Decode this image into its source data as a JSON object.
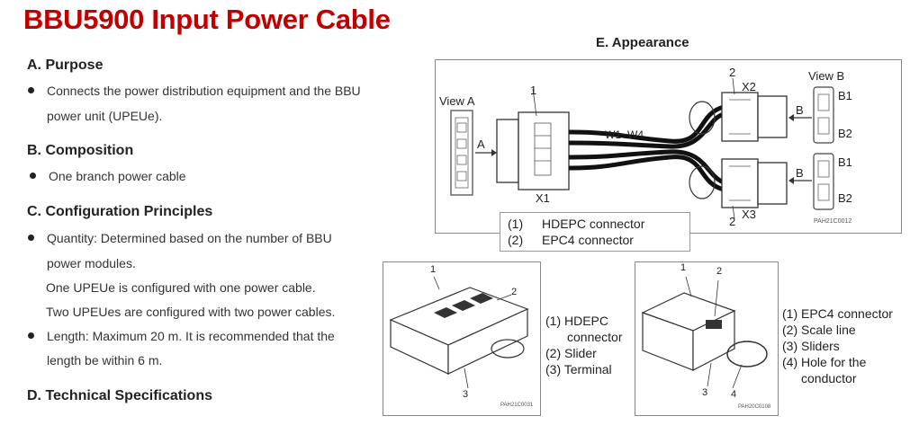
{
  "title": "BBU5900 Input Power Cable",
  "purpose": {
    "heading": "A. Purpose",
    "line1": "Connects the power distribution equipment and the BBU",
    "line2": "power unit (UPEUe)."
  },
  "composition": {
    "heading": "B. Composition",
    "item": "One branch power cable"
  },
  "config": {
    "heading": "C. Configuration Principles",
    "quantity1": "Quantity: Determined based on the number of BBU",
    "quantity2": "power modules.",
    "note1": "One UPEUe is configured with one power cable.",
    "note2": "Two UPEUes are configured with two power cables.",
    "length1": "Length: Maximum 20 m. It is recommended that the",
    "length2": "length be within 6 m."
  },
  "tech": {
    "heading": "D. Technical Specifications"
  },
  "appearance": {
    "heading": "E. Appearance",
    "view_a": "View A",
    "view_b": "View B",
    "a": "A",
    "b": "B",
    "w": "W1~W4",
    "x1": "X1",
    "x2": "X2",
    "x3": "X3",
    "n1": "1",
    "n2": "2",
    "b1": "B1",
    "b2": "B2",
    "code": "PAH21C0012",
    "legend1_num": "(1)",
    "legend1_text": "HDEPC connector",
    "legend2_num": "(2)",
    "legend2_text": "EPC4 connector"
  },
  "fig_left": {
    "n1": "1",
    "n2": "2",
    "n3": "3",
    "code": "PAH21C0031",
    "cap1": "(1) HDEPC",
    "cap1b": "connector",
    "cap2": "(2) Slider",
    "cap3": "(3) Terminal"
  },
  "fig_right": {
    "n1": "1",
    "n2": "2",
    "n3": "3",
    "n4": "4",
    "code": "PAH20C0108",
    "cap1": "(1) EPC4 connector",
    "cap2": "(2) Scale line",
    "cap3": "(3) Sliders",
    "cap4": "(4) Hole for the",
    "cap4b": "conductor"
  }
}
